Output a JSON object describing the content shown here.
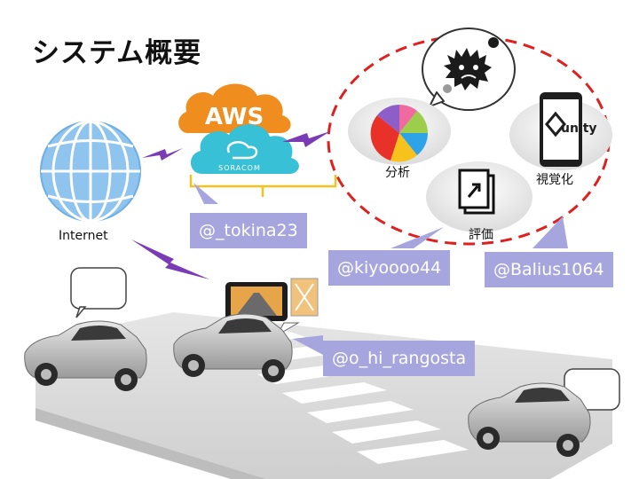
{
  "title": "システム概要",
  "labels": {
    "internet": "Internet",
    "aws": "AWS",
    "soracom": "SORACOM",
    "analysis": "分析",
    "evaluation": "評価",
    "visualization": "視覚化",
    "unity": "unity"
  },
  "callouts": {
    "tokina": "@_tokina23",
    "kiyoooo": "@kiyoooo44",
    "balius": "@Balius1064",
    "rangosta": "@o_hi_rangosta"
  },
  "colors": {
    "aws_orange": "#ef8d1e",
    "soracom_cyan": "#37c0d6",
    "callout_purple": "#a7a5dd",
    "lightning_purple": "#7b3ab6",
    "dashed_red": "#e01f1f"
  },
  "icons": [
    "globe-icon",
    "aws-cloud-icon",
    "soracom-cloud-icon",
    "pie-chart-icon",
    "evaluation-document-icon",
    "unity-tablet-icon",
    "germ-icon",
    "car-navi-icon",
    "car-icon"
  ]
}
